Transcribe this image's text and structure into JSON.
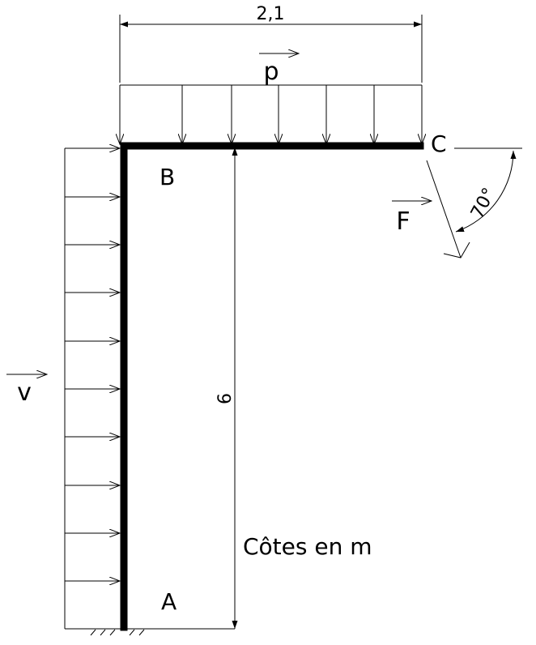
{
  "dimensions": {
    "beam_length": "2,1",
    "column_height": "6"
  },
  "points": {
    "a": "A",
    "b": "B",
    "c": "C"
  },
  "loads": {
    "top_load": "p",
    "side_load": "v",
    "force": "F",
    "angle": "70°"
  },
  "note": "Côtes en m",
  "colors": {
    "ink": "#000000",
    "background": "#ffffff"
  }
}
